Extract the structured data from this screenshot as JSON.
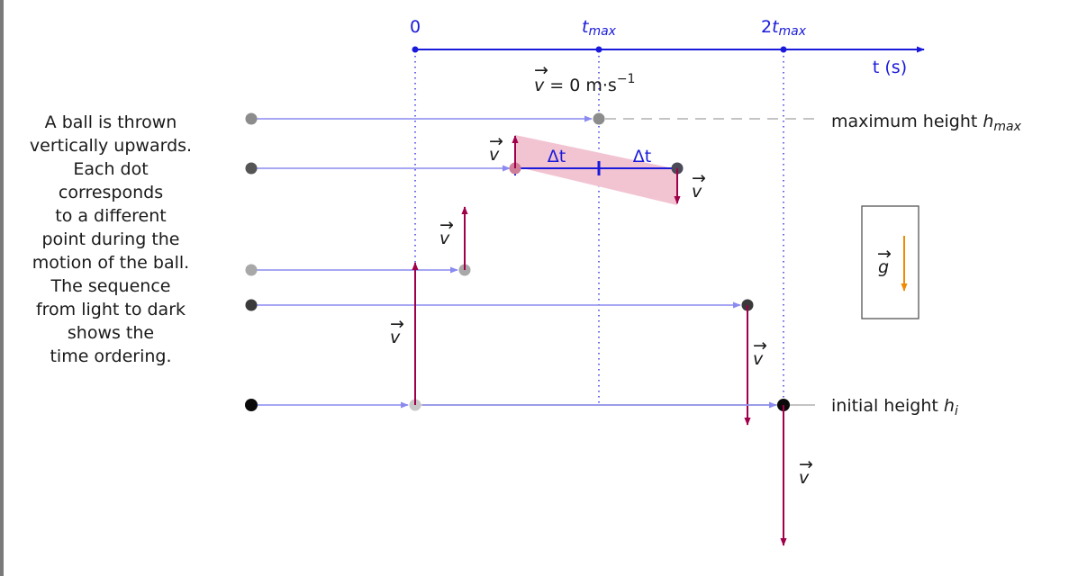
{
  "time_axis": {
    "ticks": [
      {
        "id": "zero",
        "base": "0",
        "sub": "",
        "prefix": ""
      },
      {
        "id": "tmax",
        "base": "t",
        "sub": "max",
        "prefix": ""
      },
      {
        "id": "two_tmax",
        "base": "t",
        "sub": "max",
        "prefix": "2"
      }
    ],
    "unit_label": "t (s)"
  },
  "velocity_zero_label": {
    "vec": "v",
    "eq": " = 0 m·s",
    "exp": "−1"
  },
  "vector_label": "v",
  "gravity_label": "g",
  "delta_t_label": "Δt",
  "level_labels": {
    "max": {
      "text": "maximum height ",
      "var": "h",
      "sub": "max"
    },
    "initial": {
      "text": "initial height ",
      "var": "h",
      "sub": "i"
    }
  },
  "description_lines": [
    "A ball is thrown",
    "vertically upwards.",
    "Each dot",
    "corresponds",
    "to a different",
    "point during the",
    "motion of the ball.",
    "The sequence",
    "from light to dark",
    "shows the",
    "time ordering."
  ],
  "colors": {
    "axis": "#1a1adb",
    "timeline": "#8a8af0",
    "velocity": "#a0004a",
    "gravity": "#f08a00",
    "band": "#f2c4d2",
    "dashed": "#b0b0b0"
  }
}
